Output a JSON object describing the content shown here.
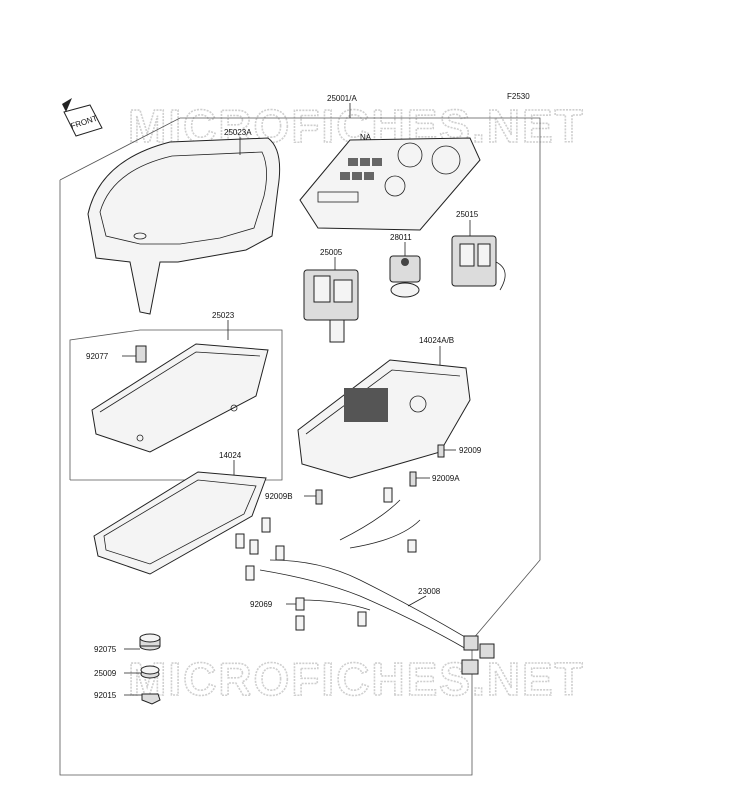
{
  "figure_code": "F2530",
  "front_marker": "FRONT",
  "watermark": "MICROFICHES.NET",
  "parts": {
    "p25001A": "25001/A",
    "pNA": "NA",
    "p25023A": "25023A",
    "p25015": "25015",
    "p28011": "28011",
    "p25005": "25005",
    "p25023": "25023",
    "p92077": "92077",
    "p14024AB": "14024A/B",
    "p92009": "92009",
    "p14024": "14024",
    "p92009A": "92009A",
    "p92009B": "92009B",
    "p92069": "92069",
    "p23008": "23008",
    "p92075": "92075",
    "p25009": "25009",
    "p92015": "92015"
  }
}
